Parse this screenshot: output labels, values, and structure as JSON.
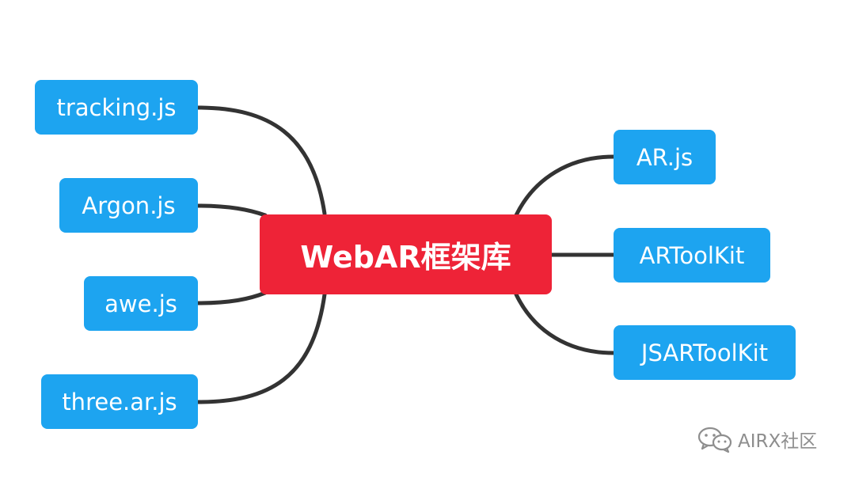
{
  "center": {
    "label": "WebAR框架库"
  },
  "left_nodes": [
    {
      "label": "tracking.js"
    },
    {
      "label": "Argon.js"
    },
    {
      "label": "awe.js"
    },
    {
      "label": "three.ar.js"
    }
  ],
  "right_nodes": [
    {
      "label": "AR.js"
    },
    {
      "label": "ARToolKit"
    },
    {
      "label": "JSARToolKit"
    }
  ],
  "watermark": {
    "text": "AIRX社区",
    "icon": "wechat-icon"
  },
  "colors": {
    "center_fill": "#ee2337",
    "node_fill": "#1da4f0",
    "connector": "#333333",
    "watermark": "#8e8e8e"
  }
}
